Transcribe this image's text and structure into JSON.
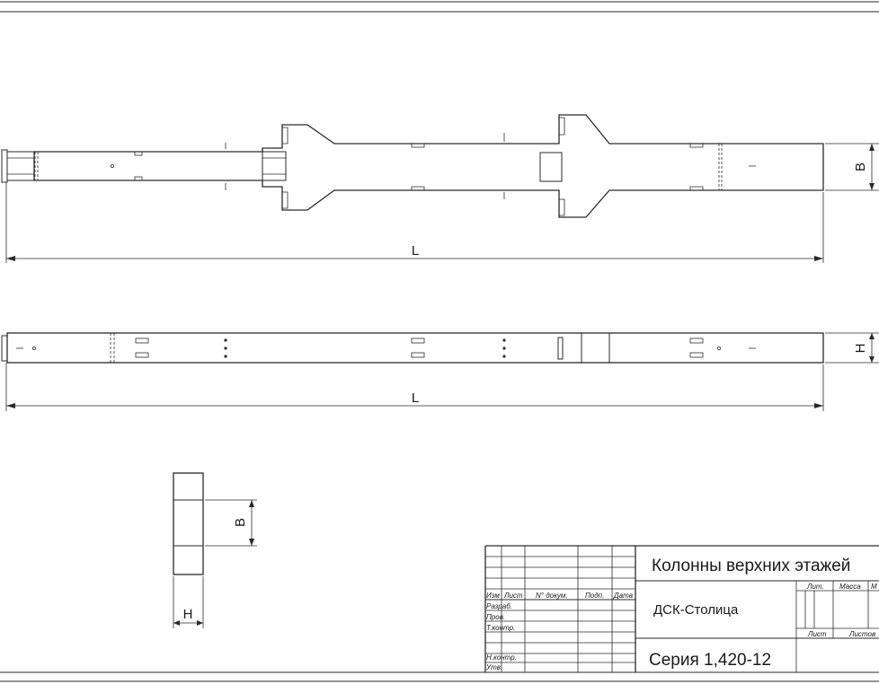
{
  "dimensions": {
    "length_top": "L",
    "width_top": "B",
    "length_side": "L",
    "height_side": "H",
    "section_width": "B",
    "section_height": "H"
  },
  "title_block": {
    "title": "Колонны верхних этажей",
    "organization": "ДСК-Столица",
    "series": "Серия 1,420-12",
    "col_headers": [
      "Изм",
      "Лист",
      "N° докум.",
      "Подп.",
      "Дата"
    ],
    "row_labels": [
      "Разраб.",
      "Пров.",
      "Т.контр.",
      "",
      "Н.контр.",
      "Утв."
    ],
    "right_headers": {
      "lit": "Лит.",
      "mass": "Масса",
      "scale": "М",
      "sheet": "Лист",
      "sheets": "Листов"
    }
  }
}
